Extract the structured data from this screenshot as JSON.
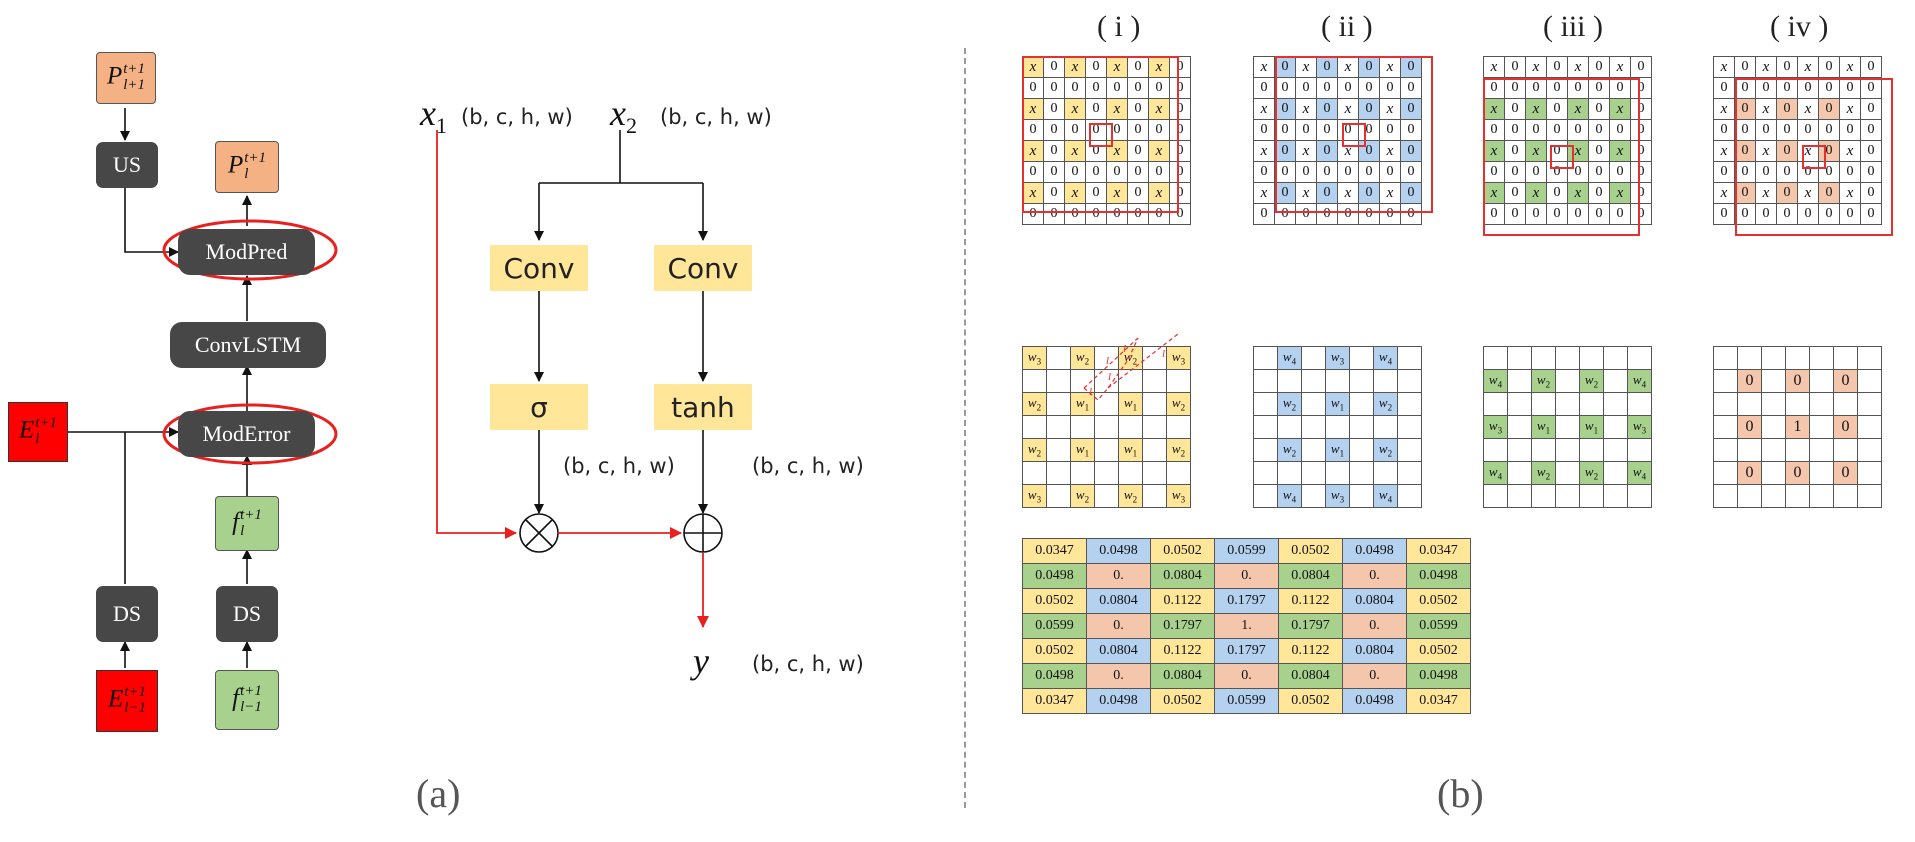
{
  "colors": {
    "yellow": "#ffe699",
    "blue": "#b4d2ef",
    "green": "#a9d18e",
    "orange": "#f4c7ad",
    "red_outline": "#e53030",
    "dark_box": "#474747"
  },
  "panel_a": {
    "label": "(a)",
    "blocks": {
      "us": "US",
      "ds_left": "DS",
      "ds_right": "DS",
      "mod_pred": "ModPred",
      "conv_lstm": "ConvLSTM",
      "mod_error": "ModError"
    },
    "symbols": {
      "p_in": {
        "base": "P",
        "sup": "t+1",
        "sub": "l+1"
      },
      "p_out": {
        "base": "P",
        "sup": "t+1",
        "sub": "l"
      },
      "e_side": {
        "base": "E",
        "sup": "t+1",
        "sub": "l"
      },
      "f_mid": {
        "base": "f",
        "sup": "t+1",
        "sub": "l"
      },
      "e_bottom": {
        "base": "E",
        "sup": "t+1",
        "sub": "l−1"
      },
      "f_bottom": {
        "base": "f",
        "sup": "t+1",
        "sub": "l−1"
      }
    },
    "gate": {
      "x1_base": "x",
      "x1_sub": "1",
      "x1_dim": "(b, c, h, w)",
      "x2_base": "x",
      "x2_sub": "2",
      "x2_dim": "(b, c, h, w)",
      "conv_left": "Conv",
      "conv_right": "Conv",
      "sigma": "σ",
      "tanh": "tanh",
      "dim_sigma": "(b, c, h, w)",
      "dim_tanh": "(b, c, h, w)",
      "y": "y",
      "y_dim": "(b, c, h, w)"
    }
  },
  "panel_b": {
    "label": "(b)",
    "titles": [
      "( i )",
      "( ii )",
      "( iii )",
      "( iv )"
    ],
    "mask_grids": [
      {
        "rows": [
          [
            "x",
            "0",
            "x",
            "0",
            "x",
            "0",
            "x",
            "0"
          ],
          [
            "0",
            "0",
            "0",
            "0",
            "0",
            "0",
            "0",
            "0"
          ],
          [
            "x",
            "0",
            "x",
            "0",
            "x",
            "0",
            "x",
            "0"
          ],
          [
            "0",
            "0",
            "0",
            "0",
            "0",
            "0",
            "0",
            "0"
          ],
          [
            "x",
            "0",
            "x",
            "0",
            "x",
            "0",
            "x",
            "0"
          ],
          [
            "0",
            "0",
            "0",
            "0",
            "0",
            "0",
            "0",
            "0"
          ],
          [
            "x",
            "0",
            "x",
            "0",
            "x",
            "0",
            "x",
            "0"
          ],
          [
            "0",
            "0",
            "0",
            "0",
            "0",
            "0",
            "0",
            "0"
          ]
        ]
      },
      {
        "rows": [
          [
            "x",
            "0",
            "x",
            "0",
            "x",
            "0",
            "x",
            "0"
          ],
          [
            "0",
            "0",
            "0",
            "0",
            "0",
            "0",
            "0",
            "0"
          ],
          [
            "x",
            "0",
            "x",
            "0",
            "x",
            "0",
            "x",
            "0"
          ],
          [
            "0",
            "0",
            "0",
            "0",
            "0",
            "0",
            "0",
            "0"
          ],
          [
            "x",
            "0",
            "x",
            "0",
            "x",
            "0",
            "x",
            "0"
          ],
          [
            "0",
            "0",
            "0",
            "0",
            "0",
            "0",
            "0",
            "0"
          ],
          [
            "x",
            "0",
            "x",
            "0",
            "x",
            "0",
            "x",
            "0"
          ],
          [
            "0",
            "0",
            "0",
            "0",
            "0",
            "0",
            "0",
            "0"
          ]
        ]
      },
      {
        "rows": [
          [
            "x",
            "0",
            "x",
            "0",
            "x",
            "0",
            "x",
            "0"
          ],
          [
            "0",
            "0",
            "0",
            "0",
            "0",
            "0",
            "0",
            "0"
          ],
          [
            "x",
            "0",
            "x",
            "0",
            "x",
            "0",
            "x",
            "0"
          ],
          [
            "0",
            "0",
            "0",
            "0",
            "0",
            "0",
            "0",
            "0"
          ],
          [
            "x",
            "0",
            "x",
            "0",
            "x",
            "0",
            "x",
            "0"
          ],
          [
            "0",
            "0",
            "0",
            "0",
            "0",
            "0",
            "0",
            "0"
          ],
          [
            "x",
            "0",
            "x",
            "0",
            "x",
            "0",
            "x",
            "0"
          ],
          [
            "0",
            "0",
            "0",
            "0",
            "0",
            "0",
            "0",
            "0"
          ]
        ]
      },
      {
        "rows": [
          [
            "x",
            "0",
            "x",
            "0",
            "x",
            "0",
            "x",
            "0"
          ],
          [
            "0",
            "0",
            "0",
            "0",
            "0",
            "0",
            "0",
            "0"
          ],
          [
            "x",
            "0",
            "x",
            "0",
            "x",
            "0",
            "x",
            "0"
          ],
          [
            "0",
            "0",
            "0",
            "0",
            "0",
            "0",
            "0",
            "0"
          ],
          [
            "x",
            "0",
            "x",
            "0",
            "x",
            "0",
            "x",
            "0"
          ],
          [
            "0",
            "0",
            "0",
            "0",
            "0",
            "0",
            "0",
            "0"
          ],
          [
            "x",
            "0",
            "x",
            "0",
            "x",
            "0",
            "x",
            "0"
          ],
          [
            "0",
            "0",
            "0",
            "0",
            "0",
            "0",
            "0",
            "0"
          ]
        ]
      }
    ],
    "weight_grids": [
      {
        "cells": [
          {
            "r": 0,
            "c": 0,
            "t": "w",
            "s": "3"
          },
          {
            "r": 0,
            "c": 2,
            "t": "w",
            "s": "2"
          },
          {
            "r": 0,
            "c": 4,
            "t": "w",
            "s": "2"
          },
          {
            "r": 0,
            "c": 6,
            "t": "w",
            "s": "3"
          },
          {
            "r": 2,
            "c": 0,
            "t": "w",
            "s": "2"
          },
          {
            "r": 2,
            "c": 2,
            "t": "w",
            "s": "1"
          },
          {
            "r": 2,
            "c": 4,
            "t": "w",
            "s": "1"
          },
          {
            "r": 2,
            "c": 6,
            "t": "w",
            "s": "2"
          },
          {
            "r": 4,
            "c": 0,
            "t": "w",
            "s": "2"
          },
          {
            "r": 4,
            "c": 2,
            "t": "w",
            "s": "1"
          },
          {
            "r": 4,
            "c": 4,
            "t": "w",
            "s": "1"
          },
          {
            "r": 4,
            "c": 6,
            "t": "w",
            "s": "2"
          },
          {
            "r": 6,
            "c": 0,
            "t": "w",
            "s": "3"
          },
          {
            "r": 6,
            "c": 2,
            "t": "w",
            "s": "2"
          },
          {
            "r": 6,
            "c": 4,
            "t": "w",
            "s": "2"
          },
          {
            "r": 6,
            "c": 6,
            "t": "w",
            "s": "3"
          }
        ]
      },
      {
        "cells": [
          {
            "r": 0,
            "c": 1,
            "t": "w",
            "s": "4"
          },
          {
            "r": 0,
            "c": 3,
            "t": "w",
            "s": "3"
          },
          {
            "r": 0,
            "c": 5,
            "t": "w",
            "s": "4"
          },
          {
            "r": 2,
            "c": 1,
            "t": "w",
            "s": "2"
          },
          {
            "r": 2,
            "c": 3,
            "t": "w",
            "s": "1"
          },
          {
            "r": 2,
            "c": 5,
            "t": "w",
            "s": "2"
          },
          {
            "r": 4,
            "c": 1,
            "t": "w",
            "s": "2"
          },
          {
            "r": 4,
            "c": 3,
            "t": "w",
            "s": "1"
          },
          {
            "r": 4,
            "c": 5,
            "t": "w",
            "s": "2"
          },
          {
            "r": 6,
            "c": 1,
            "t": "w",
            "s": "4"
          },
          {
            "r": 6,
            "c": 3,
            "t": "w",
            "s": "3"
          },
          {
            "r": 6,
            "c": 5,
            "t": "w",
            "s": "4"
          }
        ]
      },
      {
        "cells": [
          {
            "r": 1,
            "c": 0,
            "t": "w",
            "s": "4"
          },
          {
            "r": 1,
            "c": 2,
            "t": "w",
            "s": "2"
          },
          {
            "r": 1,
            "c": 4,
            "t": "w",
            "s": "2"
          },
          {
            "r": 1,
            "c": 6,
            "t": "w",
            "s": "4"
          },
          {
            "r": 3,
            "c": 0,
            "t": "w",
            "s": "3"
          },
          {
            "r": 3,
            "c": 2,
            "t": "w",
            "s": "1"
          },
          {
            "r": 3,
            "c": 4,
            "t": "w",
            "s": "1"
          },
          {
            "r": 3,
            "c": 6,
            "t": "w",
            "s": "3"
          },
          {
            "r": 5,
            "c": 0,
            "t": "w",
            "s": "4"
          },
          {
            "r": 5,
            "c": 2,
            "t": "w",
            "s": "2"
          },
          {
            "r": 5,
            "c": 4,
            "t": "w",
            "s": "2"
          },
          {
            "r": 5,
            "c": 6,
            "t": "w",
            "s": "4"
          }
        ]
      },
      {
        "cells": [
          {
            "r": 1,
            "c": 1,
            "t": "0"
          },
          {
            "r": 1,
            "c": 3,
            "t": "0"
          },
          {
            "r": 1,
            "c": 5,
            "t": "0"
          },
          {
            "r": 3,
            "c": 1,
            "t": "0"
          },
          {
            "r": 3,
            "c": 3,
            "t": "1"
          },
          {
            "r": 3,
            "c": 5,
            "t": "0"
          },
          {
            "r": 5,
            "c": 1,
            "t": "0"
          },
          {
            "r": 5,
            "c": 3,
            "t": "0"
          },
          {
            "r": 5,
            "c": 5,
            "t": "0"
          }
        ]
      }
    ],
    "distance_labels": [
      "l",
      "l",
      "l",
      "l",
      "l"
    ],
    "value_table": [
      [
        "0.0347",
        "0.0498",
        "0.0502",
        "0.0599",
        "0.0502",
        "0.0498",
        "0.0347"
      ],
      [
        "0.0498",
        "0.",
        "0.0804",
        "0.",
        "0.0804",
        "0.",
        "0.0498"
      ],
      [
        "0.0502",
        "0.0804",
        "0.1122",
        "0.1797",
        "0.1122",
        "0.0804",
        "0.0502"
      ],
      [
        "0.0599",
        "0.",
        "0.1797",
        "1.",
        "0.1797",
        "0.",
        "0.0599"
      ],
      [
        "0.0502",
        "0.0804",
        "0.1122",
        "0.1797",
        "0.1122",
        "0.0804",
        "0.0502"
      ],
      [
        "0.0498",
        "0.",
        "0.0804",
        "0.",
        "0.0804",
        "0.",
        "0.0498"
      ],
      [
        "0.0347",
        "0.0498",
        "0.0502",
        "0.0599",
        "0.0502",
        "0.0498",
        "0.0347"
      ]
    ]
  }
}
